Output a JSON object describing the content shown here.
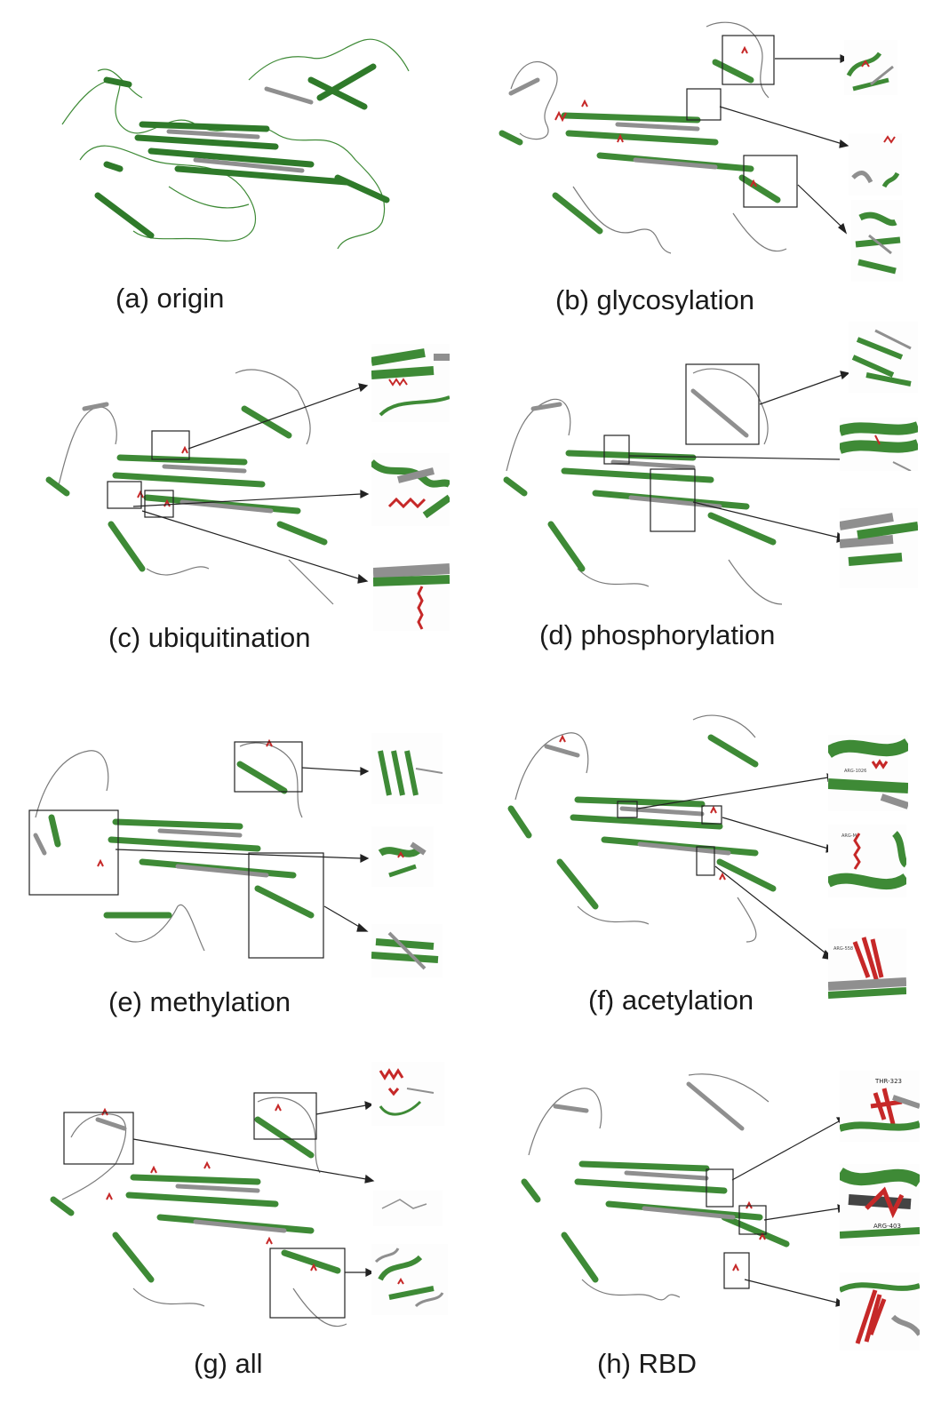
{
  "colors": {
    "green": "#3e8a36",
    "light_green": "#7fbf73",
    "gray": "#8f8f8f",
    "red": "#c62828",
    "box": "#222222"
  },
  "panels": [
    {
      "key": "a",
      "caption": "(a) origin"
    },
    {
      "key": "b",
      "caption": "(b) glycosylation"
    },
    {
      "key": "c",
      "caption": "(c) ubiquitination"
    },
    {
      "key": "d",
      "caption": "(d) phosphorylation"
    },
    {
      "key": "e",
      "caption": "(e) methylation"
    },
    {
      "key": "f",
      "caption": "(f) acetylation"
    },
    {
      "key": "g",
      "caption": "(g) all"
    },
    {
      "key": "h",
      "caption": "(h) RBD"
    }
  ],
  "zoom_labels": {
    "acetylation": [
      "ARG-1026",
      "ARG-M",
      "ARG-558"
    ],
    "rbd": [
      "THR-323",
      "ARG-403"
    ]
  }
}
